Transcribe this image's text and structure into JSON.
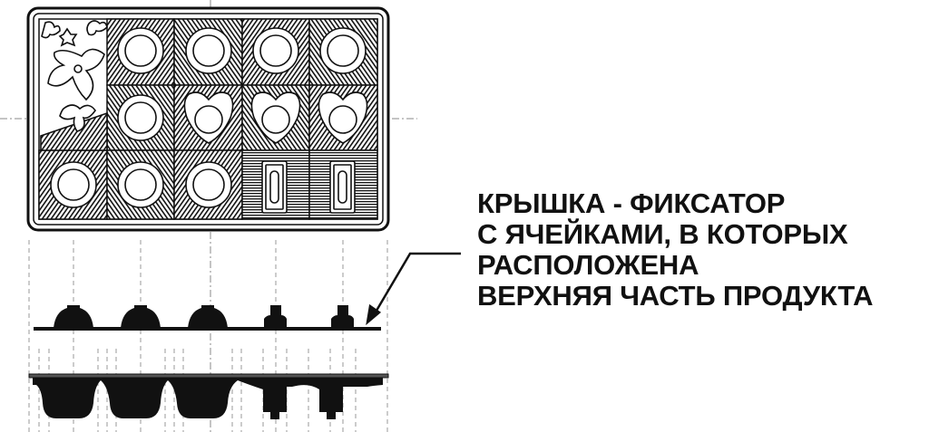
{
  "annotation": {
    "lines": [
      "КРЫШКА - ФИКСАТОР",
      "С ЯЧЕЙКАМИ, В КОТОРЫХ",
      "РАСПОЛОЖЕНА",
      "ВЕРХНЯЯ ЧАСТЬ ПРОДУКТА"
    ]
  },
  "tray_top_view": {
    "rows": 3,
    "cols": 5,
    "cells": [
      [
        "floral-decoration",
        "round",
        "round",
        "round",
        "round"
      ],
      [
        "floral-decoration",
        "round",
        "heart",
        "heart",
        "heart"
      ],
      [
        "round",
        "round",
        "round",
        "bar",
        "bar"
      ]
    ]
  },
  "side_view": {
    "lid_profile_bumps": [
      "dome",
      "dome",
      "dome",
      "post",
      "post"
    ],
    "base_profile_cups": [
      "round",
      "round",
      "round",
      "bar",
      "bar"
    ]
  },
  "colors": {
    "ink": "#111111",
    "background": "#ffffff",
    "centerline": "#888888"
  }
}
